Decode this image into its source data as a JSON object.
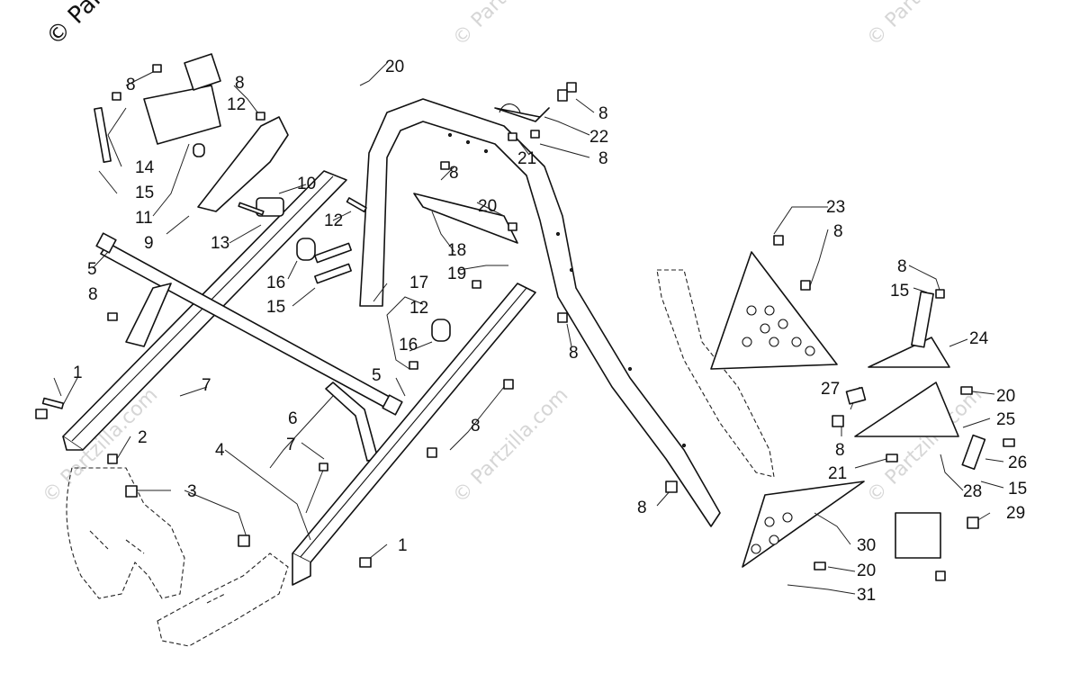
{
  "watermark": {
    "corner_text": "© Partzilla",
    "text": "© Partzilla.com"
  },
  "callouts": [
    "1",
    "2",
    "3",
    "4",
    "5",
    "6",
    "7",
    "8",
    "9",
    "10",
    "11",
    "12",
    "13",
    "14",
    "15",
    "16",
    "17",
    "18",
    "19",
    "20",
    "21",
    "22",
    "23",
    "24",
    "25",
    "26",
    "27",
    "28",
    "29",
    "30",
    "31"
  ]
}
